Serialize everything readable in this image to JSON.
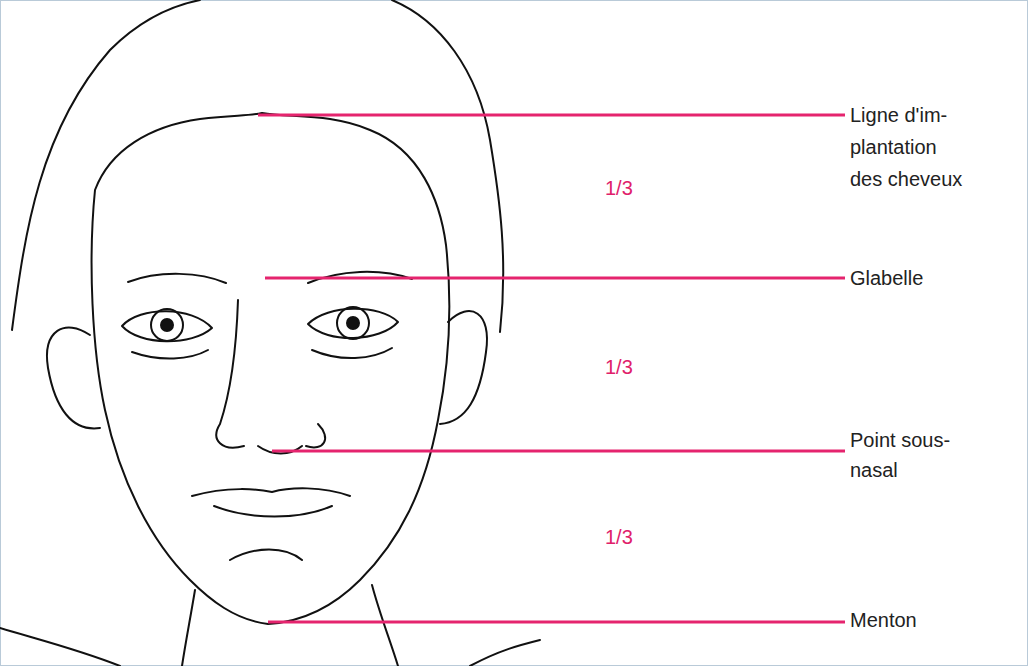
{
  "diagram": {
    "labels": [
      "Ligne d'im-plantation des cheveux",
      "1/3",
      "Glabelle",
      "1/3",
      "Point sous-nasal",
      "1/3",
      "Menton"
    ]
  }
}
